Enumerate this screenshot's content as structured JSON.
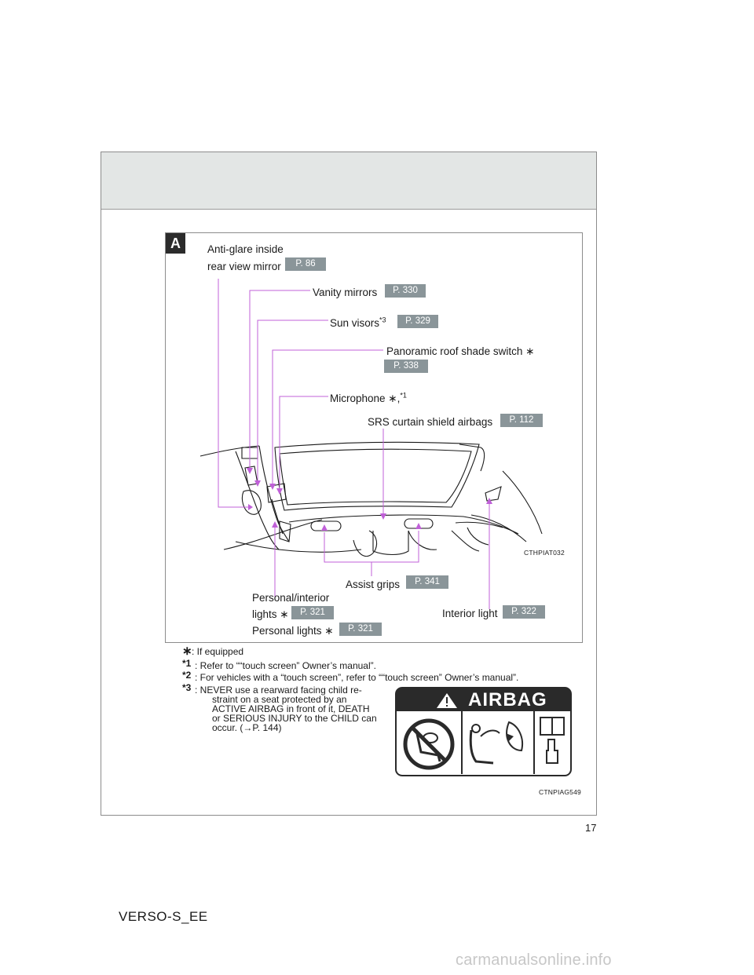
{
  "section_label": "A",
  "labels": {
    "anti_glare_line1": "Anti-glare inside",
    "anti_glare_line2": "rear view mirror",
    "anti_glare_page": "P. 86",
    "vanity_mirrors": "Vanity mirrors",
    "vanity_page": "P. 330",
    "sun_visors": "Sun visors",
    "sun_visors_sup": "*3",
    "sun_visors_page": "P. 329",
    "panoramic": "Panoramic roof shade switch ∗",
    "panoramic_page": "P. 338",
    "microphone": "Microphone ∗,",
    "microphone_sup": "*1",
    "srs": "SRS curtain shield airbags",
    "srs_page": "P. 112",
    "assist_grips": "Assist grips",
    "assist_page": "P. 341",
    "personal_interior_line1": "Personal/interior",
    "personal_interior_line2": "lights ∗",
    "personal_interior_page": "P. 321",
    "personal_lights": "Personal lights ∗",
    "personal_lights_page": "P. 321",
    "interior_light": "Interior light",
    "interior_page": "P. 322"
  },
  "illustration_code": "CTHPIAT032",
  "notes": {
    "if_equipped": ": If equipped",
    "n1": ": Refer to ““touch screen” Owner’s manual”.",
    "n2": ": For vehicles with a “touch screen”, refer to ““touch screen” Owner’s manual”.",
    "n3_line1": ": NEVER use a rearward facing child re-",
    "n3_line2": "straint on a seat protected by an",
    "n3_line3": "ACTIVE AIRBAG in front of it, DEATH",
    "n3_line4": "or SERIOUS INJURY to the CHILD can",
    "n3_line5": "occur. (→P. 144)",
    "mark_star": "∗",
    "mark_1": "*1",
    "mark_2": "*2",
    "mark_3": "*3"
  },
  "airbag_label": {
    "title": "AIRBAG",
    "code": "CTNPIAG549"
  },
  "page_number": "17",
  "footer_model": "VERSO-S_EE",
  "watermark": "carmanualsonline.info",
  "colors": {
    "leader": "#c060d8",
    "badge": "#8a9599",
    "header": "#e3e6e5"
  }
}
